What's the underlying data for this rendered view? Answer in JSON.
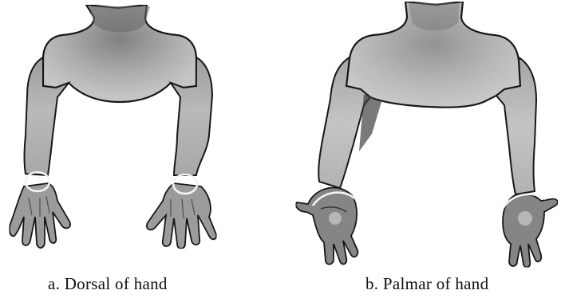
{
  "figure": {
    "panels": [
      {
        "caption": "a. Dorsal of hand",
        "highlight_regions": 2
      },
      {
        "caption": "b. Palmar of hand",
        "highlight_regions": 2
      }
    ],
    "colors": {
      "background": "#ffffff",
      "skin_light": "#d6d6d6",
      "skin_mid": "#9a9a9a",
      "skin_dark": "#4a4a4a",
      "outline": "#1a1a1a",
      "highlight_ring": "#f4f4f4"
    }
  }
}
